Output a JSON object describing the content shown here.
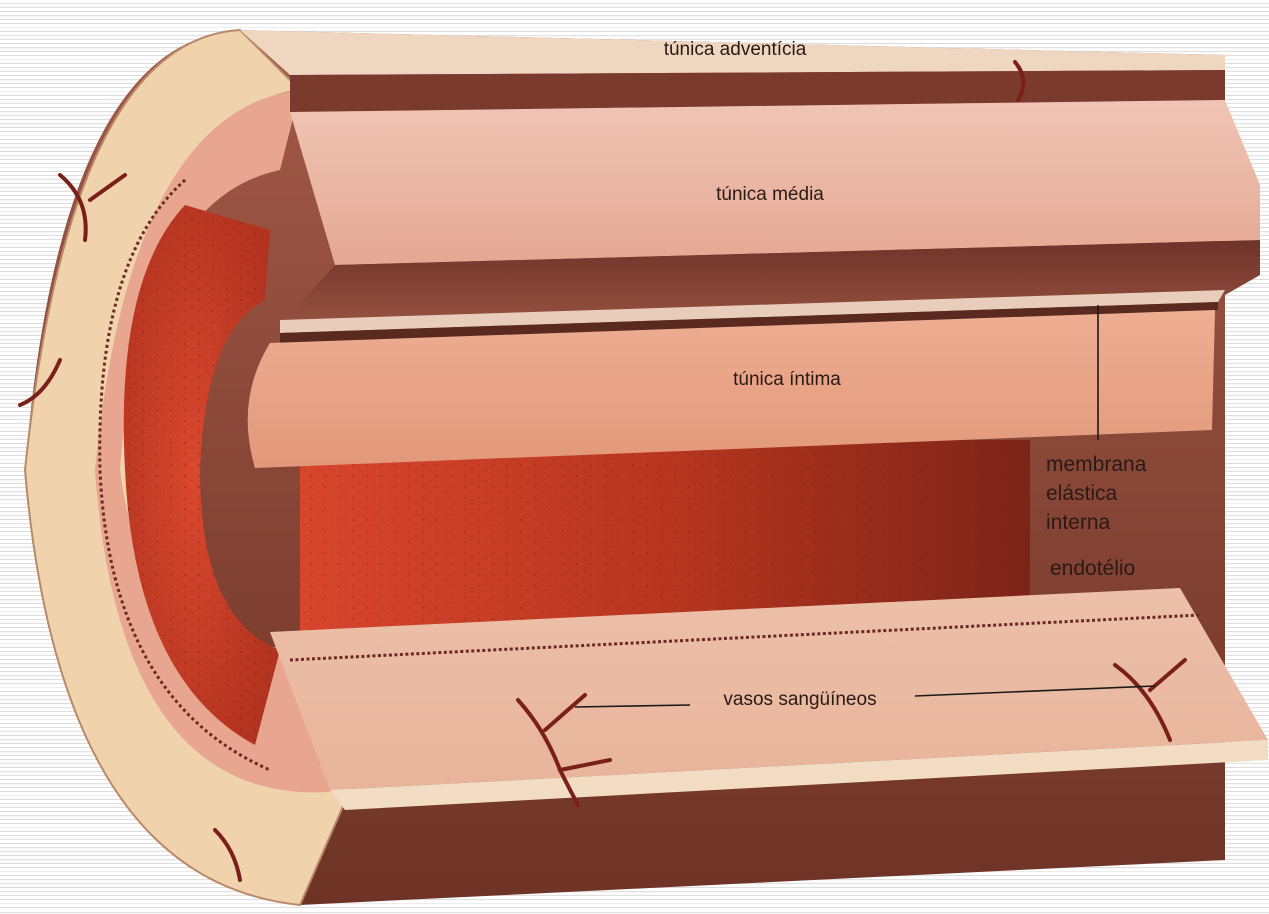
{
  "diagram": {
    "labels": {
      "tunica_adventicia": "túnica adventícia",
      "tunica_media": "túnica média",
      "tunica_intima": "túnica íntima",
      "membrana_line1": "membrana",
      "membrana_line2": "elástica",
      "membrana_line3": "interna",
      "endotelio": "endotélio",
      "vasos_sanguineos": "vasos sangüíneos"
    },
    "colors": {
      "adventicia": "#d9a088",
      "adventicia_dark": "#8a4a3a",
      "media": "#eab6a4",
      "media_dark": "#7a3d32",
      "intima": "#e9a285",
      "lumen": "#c63a26",
      "lumen_dark": "#8c2a1c",
      "outer_rim": "#f0d2ac",
      "vessel": "#7a2018",
      "label_line": "#1a1a1a"
    }
  }
}
